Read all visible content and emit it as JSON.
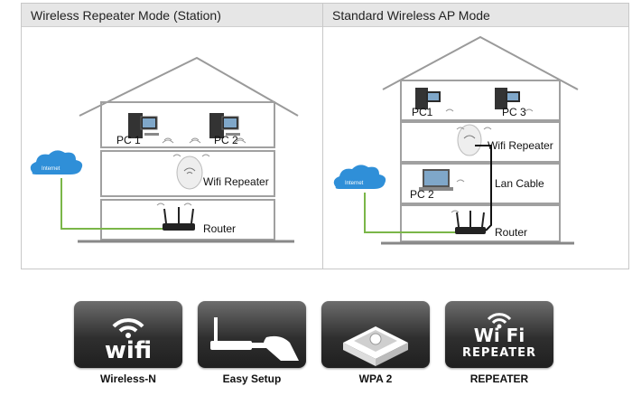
{
  "panels": {
    "left": {
      "title": "Wireless Repeater Mode (Station)",
      "internet": "Internet",
      "labels": {
        "pc1": "PC 1",
        "pc2": "PC 2",
        "repeater": "Wifi Repeater",
        "router": "Router"
      }
    },
    "right": {
      "title": "Standard Wireless AP Mode",
      "internet": "Internet",
      "labels": {
        "pc1": "PC1",
        "pc3": "PC 3",
        "repeater": "Wifi Repeater",
        "pc2": "PC 2",
        "lan": "Lan Cable",
        "router": "Router"
      }
    }
  },
  "features": [
    {
      "caption": "Wireless-N",
      "badge_text": "wifi",
      "icon": "wifi-icon"
    },
    {
      "caption": "Easy Setup",
      "badge_text": "",
      "icon": "plug-in-hand-icon"
    },
    {
      "caption": "WPA 2",
      "badge_text": "",
      "icon": "security-box-icon"
    },
    {
      "caption": "REPEATER",
      "badge_text_top": "Wi Fi",
      "badge_text_bottom": "REPEATER",
      "icon": "wifi-repeater-icon"
    }
  ],
  "colors": {
    "cloud": "#2f8fd8",
    "cable": "#7ab648",
    "lan": "#111111",
    "house": "#9a9a9a"
  }
}
